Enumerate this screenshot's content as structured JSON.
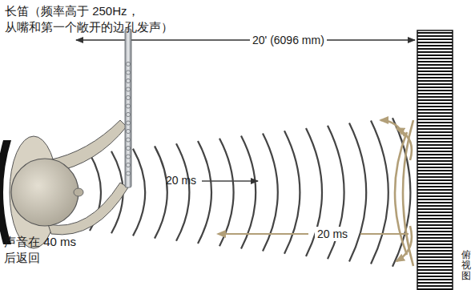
{
  "diagram": {
    "labels": [
      "长笛（频率高于 250Hz， 从嘴和第一个敞开的边孔发声）",
      "20' (6096 mm)",
      "20 ms",
      "20 ms",
      "声音在 40 ms 后返回",
      "俯视图"
    ]
  }
}
